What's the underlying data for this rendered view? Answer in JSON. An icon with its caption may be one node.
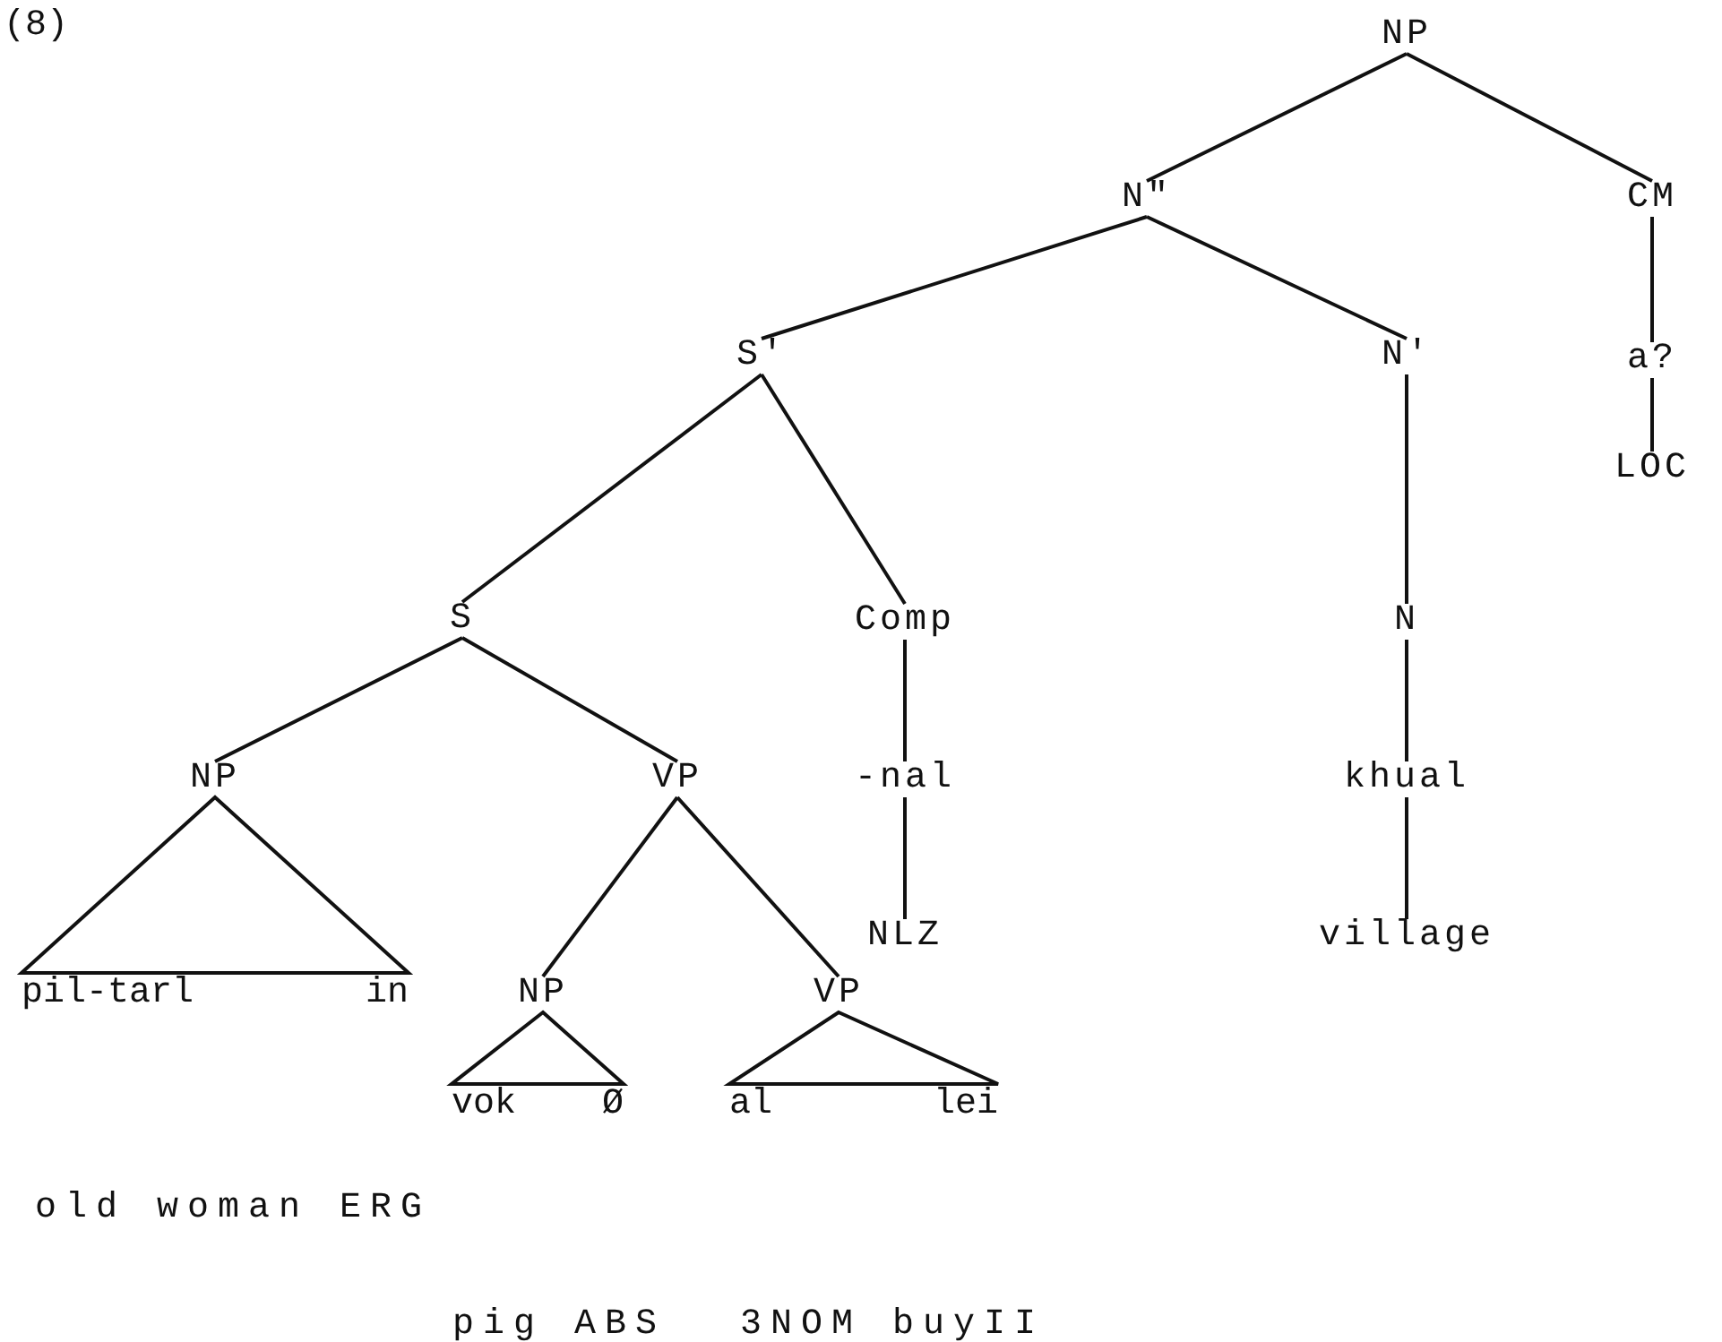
{
  "diagram": {
    "nodes": [
      {
        "text": [
          "NP"
        ]
      },
      {
        "text": [
          "N\""
        ]
      },
      {
        "text": [
          "CM"
        ]
      },
      {
        "text": [
          "S'"
        ]
      },
      {
        "text": [
          "N'"
        ]
      },
      {
        "text": [
          "a?"
        ]
      },
      {
        "text": [
          "LOC"
        ]
      },
      {
        "text": [
          "S"
        ]
      },
      {
        "text": [
          "Comp"
        ]
      },
      {
        "text": [
          "N"
        ]
      },
      {
        "text": [
          "NP"
        ]
      },
      {
        "text": [
          "VP"
        ]
      },
      {
        "text": [
          "-nal"
        ]
      },
      {
        "text": [
          "khual"
        ]
      },
      {
        "text": [
          "NLZ"
        ]
      },
      {
        "text": [
          "village"
        ]
      },
      {
        "text": [
          "pil-tarl in"
        ]
      },
      {
        "text": [
          "NP"
        ]
      },
      {
        "text": [
          "VP"
        ]
      },
      {
        "text": [
          "vok Ø"
        ]
      },
      {
        "text": [
          "al lei"
        ]
      }
    ],
    "edges": [
      {
        "from": 0,
        "to": 1,
        "arrow": "none"
      },
      {
        "from": 0,
        "to": 2,
        "arrow": "none"
      },
      {
        "from": 1,
        "to": 3,
        "arrow": "none"
      },
      {
        "from": 1,
        "to": 4,
        "arrow": "none"
      },
      {
        "from": 2,
        "to": 5,
        "arrow": "none"
      },
      {
        "from": 5,
        "to": 6,
        "arrow": "none"
      },
      {
        "from": 3,
        "to": 7,
        "arrow": "none"
      },
      {
        "from": 3,
        "to": 8,
        "arrow": "none"
      },
      {
        "from": 4,
        "to": 9,
        "arrow": "none"
      },
      {
        "from": 8,
        "to": 12,
        "arrow": "none"
      },
      {
        "from": 12,
        "to": 14,
        "arrow": "none"
      },
      {
        "from": 9,
        "to": 13,
        "arrow": "none"
      },
      {
        "from": 13,
        "to": 15,
        "arrow": "none"
      },
      {
        "from": 7,
        "to": 10,
        "arrow": "none"
      },
      {
        "from": 7,
        "to": 11,
        "arrow": "none"
      },
      {
        "from": 10,
        "to": 16,
        "arrow": "none"
      },
      {
        "from": 11,
        "to": 17,
        "arrow": "none"
      },
      {
        "from": 11,
        "to": 18,
        "arrow": "none"
      },
      {
        "from": 17,
        "to": 19,
        "arrow": "none"
      },
      {
        "from": 18,
        "to": 20,
        "arrow": "none"
      }
    ],
    "labels": [
      "(8)",
      "old woman ERG",
      "pig ABS",
      "3NOM buyII"
    ]
  }
}
